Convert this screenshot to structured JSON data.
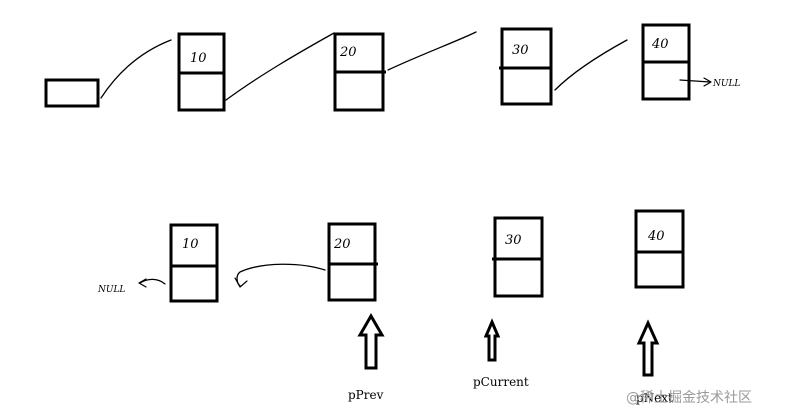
{
  "top_row": {
    "head_node": {},
    "nodes": [
      {
        "value": "10"
      },
      {
        "value": "20"
      },
      {
        "value": "30"
      },
      {
        "value": "40"
      }
    ],
    "tail_label": "NULL"
  },
  "bottom_row": {
    "nodes": [
      {
        "value": "10"
      },
      {
        "value": "20"
      },
      {
        "value": "30"
      },
      {
        "value": "40"
      }
    ],
    "null_label": "NULL"
  },
  "pointers": [
    {
      "label": "pPrev"
    },
    {
      "label": "pCurrent"
    },
    {
      "label": "pNext"
    }
  ],
  "watermark": "@稀土掘金技术社区"
}
